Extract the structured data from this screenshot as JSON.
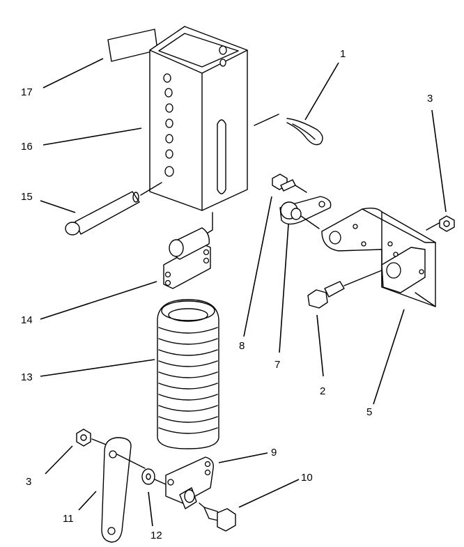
{
  "callouts": {
    "c1": "1",
    "c2": "2",
    "c3a": "3",
    "c3b": "3",
    "c5": "5",
    "c7": "7",
    "c8": "8",
    "c9": "9",
    "c10": "10",
    "c11": "11",
    "c12": "12",
    "c13": "13",
    "c14": "14",
    "c15": "15",
    "c16": "16",
    "c17": "17"
  }
}
